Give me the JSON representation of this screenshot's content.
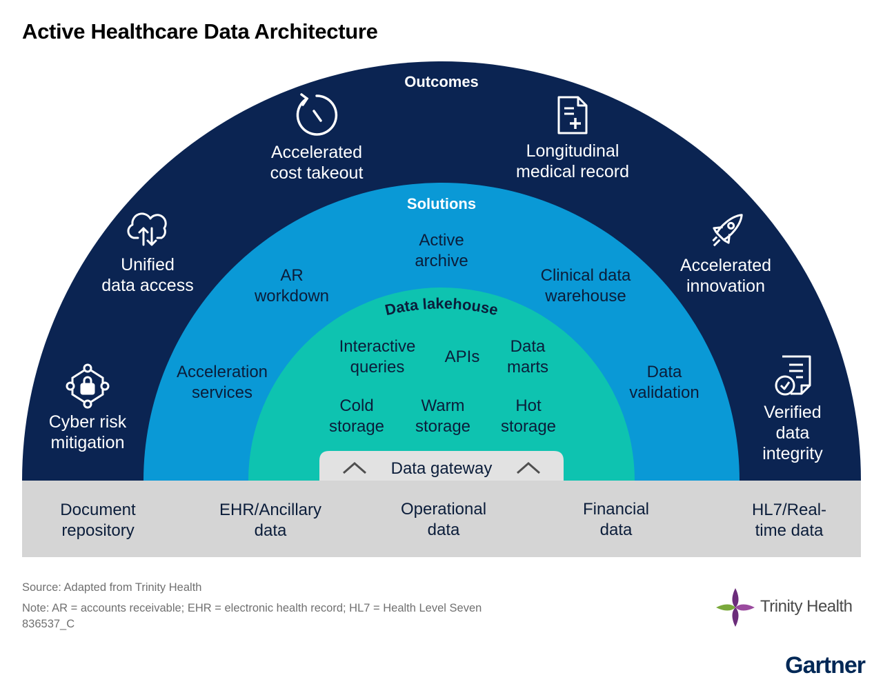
{
  "title": "Active Healthcare Data Architecture",
  "colors": {
    "outcomes_ring": "#0b2452",
    "solutions_ring": "#0a99d6",
    "lakehouse": "#0ec3b0",
    "sources_bar": "#d5d5d5",
    "gateway_tab": "#e2e2e2"
  },
  "outcomes": {
    "header": "Outcomes",
    "items": [
      {
        "label": "Cyber risk\nmitigation",
        "icon": "lock-network-icon"
      },
      {
        "label": "Unified\ndata access",
        "icon": "cloud-sync-icon"
      },
      {
        "label": "Accelerated\ncost takeout",
        "icon": "timer-icon"
      },
      {
        "label": "Longitudinal\nmedical record",
        "icon": "medical-document-icon"
      },
      {
        "label": "Accelerated\ninnovation",
        "icon": "rocket-icon"
      },
      {
        "label": "Verified\ndata\nintegrity",
        "icon": "verified-document-icon"
      }
    ]
  },
  "solutions": {
    "header": "Solutions",
    "items": [
      "Acceleration\nservices",
      "AR\nworkdown",
      "Active\narchive",
      "Clinical data\nwarehouse",
      "Data\nvalidation"
    ]
  },
  "lakehouse": {
    "header": "Data lakehouse",
    "items": [
      "Interactive\nqueries",
      "APIs",
      "Data\nmarts",
      "Cold\nstorage",
      "Warm\nstorage",
      "Hot\nstorage"
    ]
  },
  "gateway": {
    "label": "Data gateway",
    "icon": "chevron-up-icon"
  },
  "sources": [
    "Document\nrepository",
    "EHR/Ancillary\ndata",
    "Operational\ndata",
    "Financial\ndata",
    "HL7/Real-\ntime data"
  ],
  "footer": {
    "source": "Source: Adapted from Trinity Health",
    "note": "Note: AR = accounts receivable; EHR = electronic health record; HL7 = Health Level Seven",
    "code": "836537_C"
  },
  "logos": {
    "partner": "Trinity Health",
    "brand": "Gartner"
  }
}
